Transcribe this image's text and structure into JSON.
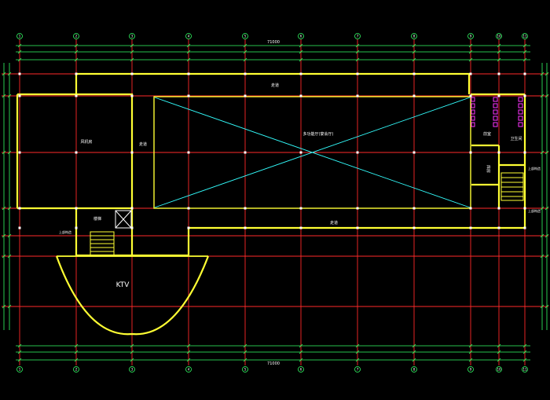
{
  "drawing": {
    "grid_axes_top": [
      "1",
      "2",
      "3",
      "4",
      "5",
      "6",
      "7",
      "8",
      "9",
      "10",
      "11"
    ],
    "grid_axes_bottom": [
      "1",
      "2",
      "3",
      "4",
      "5",
      "6",
      "7",
      "8",
      "9",
      "10",
      "11"
    ],
    "overall_dimension_top": "71000",
    "overall_dimension_bottom": "71000",
    "rooms": {
      "corridor_top": "走道",
      "left_room": "风机房",
      "corridor_mid": "走道",
      "main_hall": "多功能厅(宴会厅)",
      "corridor_bottom": "走道",
      "stair": "楼梯",
      "elevator": "电梯",
      "ktv": "KTV",
      "washroom": "卫生间",
      "storage": "库房",
      "lobby": "前室"
    },
    "notes": {
      "right_label": "上部构造",
      "right_label_2": "上部构造",
      "stair_note": "上部构造"
    },
    "colors": {
      "grid": "#ff2a2a",
      "wall": "#ffff33",
      "diagonal": "#33ffff",
      "dimension": "#33ff66",
      "text": "#ffffff",
      "fixture": "#ff33ff"
    }
  }
}
